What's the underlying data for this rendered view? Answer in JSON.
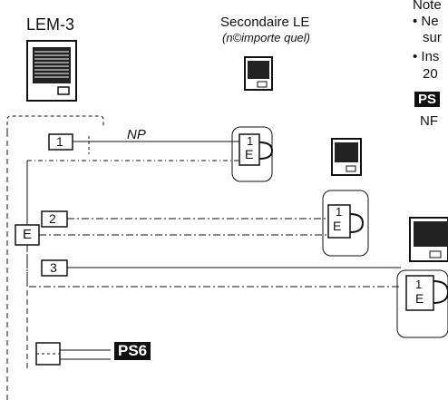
{
  "header": {
    "main_unit_label": "LEM-3",
    "secondary_label": "Secondaire LE",
    "secondary_sublabel": "(n©importe quel)"
  },
  "note": {
    "title": "Note",
    "bullet_1_line1": "• Ne",
    "bullet_1_line2": "sur",
    "bullet_2_line1": "• Ins",
    "bullet_2_line2": "20"
  },
  "partial_labels": {
    "ps_badge_right": "PS",
    "np_right": "NF"
  },
  "lines": {
    "line_1": "1",
    "line_2": "2",
    "line_3": "3",
    "np_label": "NP"
  },
  "junction_letter": "E",
  "handset_letter": "E",
  "handset_number": "1",
  "power_supply": "PS6"
}
